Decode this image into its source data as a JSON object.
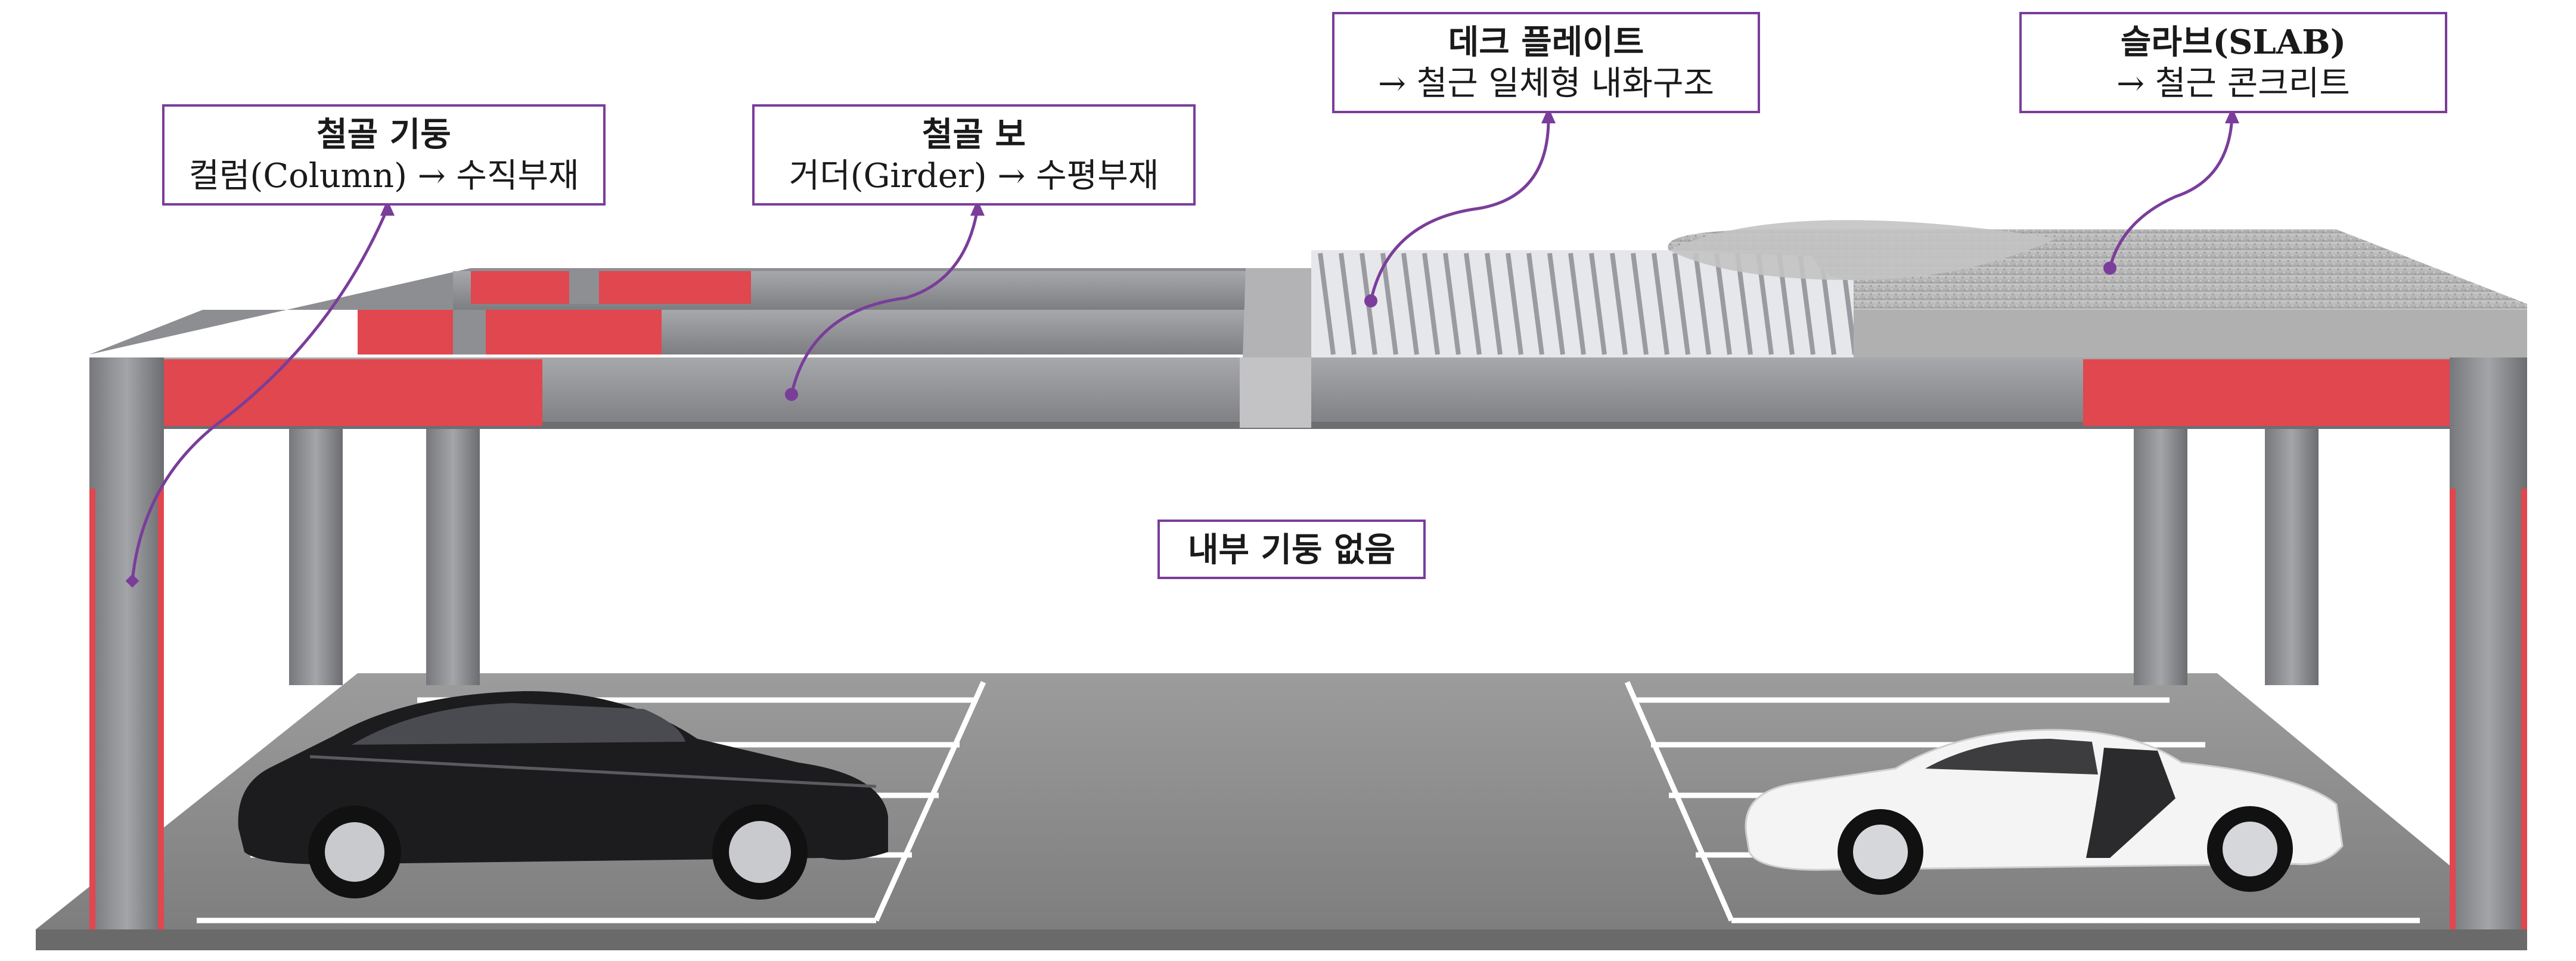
{
  "callouts": {
    "column": {
      "title": "철골 기둥",
      "sub": "컬럼(Column) → 수직부재"
    },
    "beam": {
      "title": "철골 보",
      "sub": "거더(Girder) → 수평부재"
    },
    "deck": {
      "title": "데크 플레이트",
      "sub": "→ 철근 일체형 내화구조"
    },
    "slab": {
      "title": "슬라브(SLAB)",
      "sub": "→ 철근 콘크리트"
    },
    "interior": {
      "title": "내부 기둥 없음"
    }
  },
  "colors": {
    "leader": "#7a3d9a",
    "steel": "#8e8f93",
    "steel_dark": "#6e6f73",
    "fireproof_red": "#e0474f",
    "concrete": "#b8b8b8",
    "floor": "#8a8a8a",
    "parking_line": "#ffffff",
    "car_left": "#1c1c1e",
    "car_right": "#f4f4f4"
  }
}
